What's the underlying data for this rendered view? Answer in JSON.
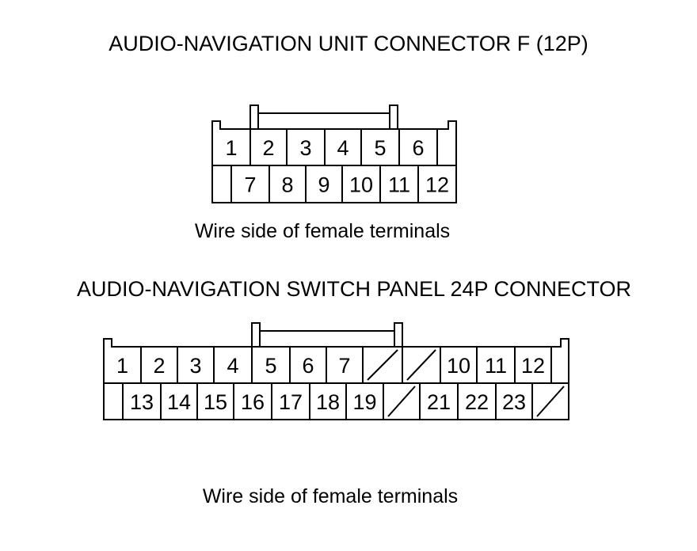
{
  "connector_f": {
    "title": "AUDIO-NAVIGATION UNIT CONNECTOR F (12P)",
    "caption": "Wire side of female terminals",
    "top_row": [
      "",
      "1",
      "2",
      "3",
      "4",
      "5",
      "6",
      ""
    ],
    "bottom_row": [
      "",
      "7",
      "8",
      "9",
      "10",
      "11",
      "12"
    ]
  },
  "connector_switch": {
    "title": "AUDIO-NAVIGATION SWITCH PANEL 24P CONNECTOR",
    "caption": "Wire side of female terminals",
    "top_row": [
      "1",
      "2",
      "3",
      "4",
      "5",
      "6",
      "7",
      "/",
      "/",
      "10",
      "11",
      "12",
      ""
    ],
    "bottom_row": [
      "",
      "13",
      "14",
      "15",
      "16",
      "17",
      "18",
      "19",
      "/",
      "21",
      "22",
      "23",
      "/"
    ]
  }
}
